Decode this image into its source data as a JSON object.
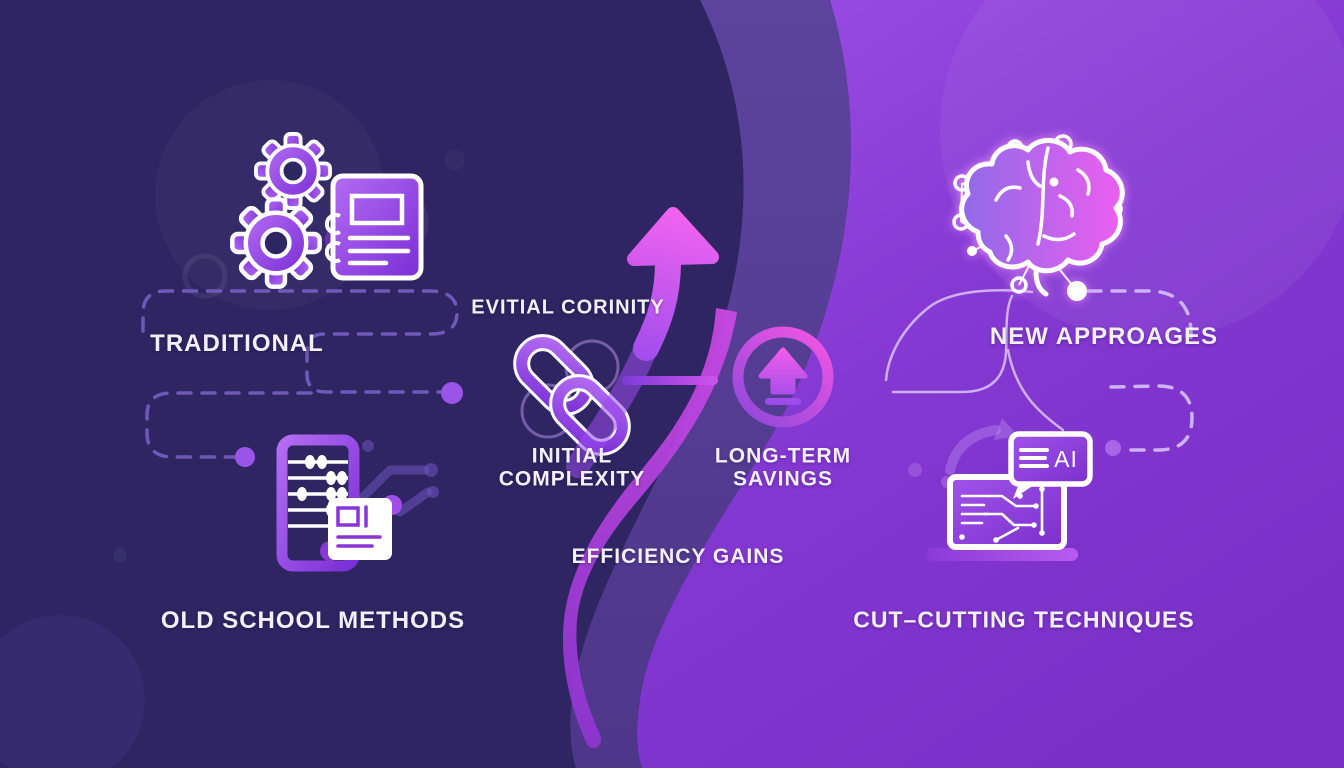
{
  "infographic": {
    "left": {
      "stage_label": "TRADITIONAL",
      "bottom_label": "OLD SCHOOL METHODS",
      "icons": [
        "gears-icon",
        "document-icon",
        "abacus-icon",
        "scroll-icon"
      ]
    },
    "center": {
      "top_label": "EVITIAL CORINITY",
      "step1": {
        "line1": "INITIAL",
        "line2": "COMPLEXITY"
      },
      "step2": {
        "line1": "LONG-TERM",
        "line2": "SAVINGS"
      },
      "bottom_label": "EFFICIENCY GAINS",
      "icons": [
        "chain-link-icon",
        "curved-up-arrow-icon",
        "upload-circle-icon"
      ]
    },
    "right": {
      "stage_label": "NEW APPROAGES",
      "bottom_label": "CUT–CUTTING TECHNIQUES",
      "ai_badge": "AI",
      "icons": [
        "brain-network-icon",
        "laptop-circuit-icon",
        "ai-speech-bubble-icon",
        "refresh-arrow-icon"
      ]
    },
    "colors": {
      "background_dark": "#2e2562",
      "background_bright_top": "#9d4fe6",
      "background_bright_bottom": "#7a31c8",
      "mid_band": "#553d94",
      "ribbon_magenta": "#cc4ae6",
      "icon_purple": "#8b3fe0",
      "icon_magenta": "#ee55e4",
      "text": "#f4f0fb",
      "dashed_line_left": "#6f58b8",
      "dashed_line_right": "#cdb2f5",
      "dot_purple": "#9a55e8",
      "dot_white": "#ffffff"
    }
  }
}
